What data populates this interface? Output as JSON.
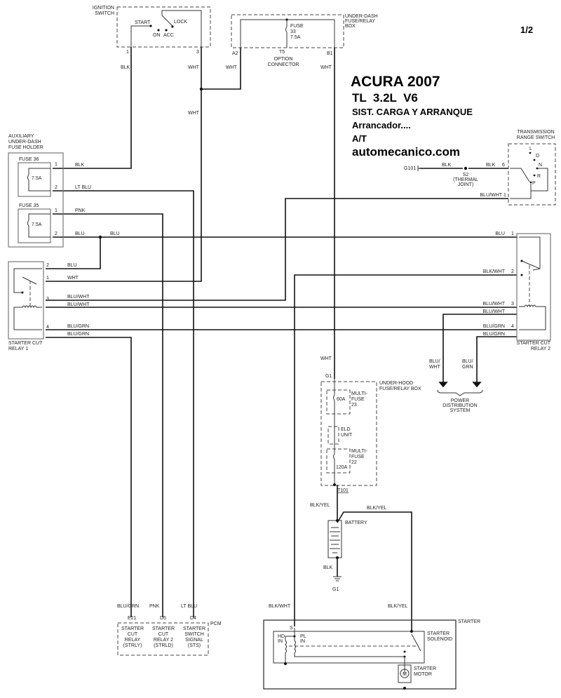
{
  "page_number": "1/2",
  "title": {
    "line1": "ACURA 2007",
    "line2": "TL  3.2L  V6",
    "line3": "SIST. CARGA Y ARRANQUE",
    "line4": "Arrancador....",
    "line5": "A/T",
    "line6": "automecanico.com"
  },
  "ignition_switch": {
    "label1": "IGNITION",
    "label2": "SWITCH",
    "start": "START",
    "lock": "LOCK",
    "on": "ON",
    "acc": "ACC",
    "pin1": "1",
    "pin3": "3"
  },
  "underdash_box": {
    "label1": "UNDER-DASH",
    "label2": "FUSE/RELAY",
    "label3": "BOX",
    "fuse1": "FUSE",
    "fuse2": "33",
    "fuse3": "7.5A",
    "pin_a2": "A2",
    "pin_t5": "T5",
    "pin_b1": "B1",
    "opt1": "OPTION",
    "opt2": "CONNECTOR"
  },
  "aux_fuse_holder": {
    "label1": "AUXILIARY",
    "label2": "UNDER-DASH",
    "label3": "FUSE HOLDER",
    "fuse_a": "FUSE 36",
    "fuse_b": "FUSE 35",
    "rating_a": "7.5A",
    "rating_b": "7.5A",
    "pin1": "1",
    "pin2": "2"
  },
  "relay1": {
    "label1": "STARTER CUT",
    "label2": "RELAY 1",
    "pins": [
      "2",
      "1",
      "3",
      "4"
    ]
  },
  "relay2": {
    "label1": "STARTER CUT",
    "label2": "RELAY 2",
    "pins": [
      "1",
      "2",
      "3",
      "4"
    ]
  },
  "trs": {
    "label1": "TRANSMISSION",
    "label2": "RANGE SWITCH",
    "pos_l": "L",
    "pos_d": "D",
    "pos_n": "N",
    "pos_r": "R",
    "pos_p": "P",
    "pin6": "6",
    "pin1": "1",
    "ground": "G101",
    "joint1": "S2",
    "joint2": "(THERMAL",
    "joint3": "JOINT)"
  },
  "wires": {
    "blk": "BLK",
    "wht": "WHT",
    "lt_blu": "LT BLU",
    "pnk": "PNK",
    "blu": "BLU",
    "blu_wht": "BLU/WHT",
    "blu_grn": "BLU/GRN",
    "blk_wht": "BLK/WHT",
    "blk_yel": "BLK/YEL",
    "blu_slash": "BLU/",
    "wht_part": "WHT",
    "grn_part": "GRN"
  },
  "power_dist": {
    "l1": "POWER",
    "l2": "DISTRIBUTION",
    "l3": "SYSTEM"
  },
  "underhood_box": {
    "label1": "UNDER-HOOD",
    "label2": "FUSE/RELAY BOX",
    "g1": "G1",
    "mf23_1": "MULTI-",
    "mf23_2": "FUSE",
    "mf23_3": "23",
    "mf23_rating": "60A",
    "eld1": "ELD",
    "eld2": "UNIT",
    "mf22_1": "MULTI-",
    "mf22_2": "FUSE",
    "mf22_3": "22",
    "mf22_rating": "120A",
    "t101": "T101"
  },
  "battery": {
    "label": "BATTERY",
    "ground": "G1"
  },
  "pcm": {
    "label": "PCM",
    "pins": [
      "E21",
      "D5",
      "D4"
    ],
    "c1": [
      "STARTER",
      "CUT",
      "RELAY",
      "(STRLY)"
    ],
    "c2": [
      "STARTER",
      "CUT",
      "RELAY 2",
      "(STRLD)"
    ],
    "c3": [
      "STARTER",
      "SWITCH",
      "SIGNAL",
      "(STS)"
    ]
  },
  "starter": {
    "label": "STARTER",
    "pin_s": "S",
    "hd1": "HD",
    "hd2": "IN",
    "pl1": "PL",
    "pl2": "IN",
    "sol1": "STARTER",
    "sol2": "SOLENOID",
    "mot1": "STARTER",
    "mot2": "MOTOR",
    "motor_symbol": "M"
  }
}
